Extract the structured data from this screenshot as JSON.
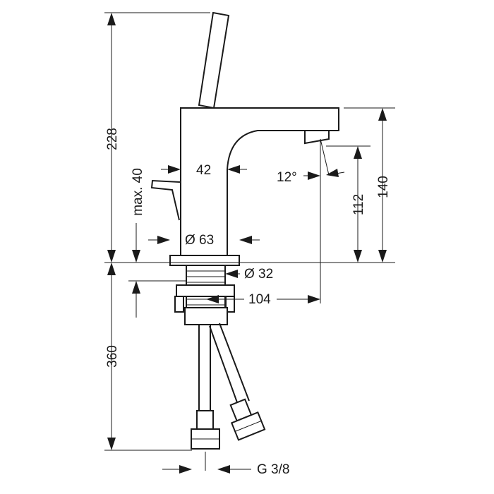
{
  "dimensions": {
    "total_height": "228",
    "clearance": "max. 40",
    "spout_thickness": "42",
    "spout_angle": "12°",
    "outlet_height": "112",
    "spout_height": "140",
    "base_diameter": "Ø 63",
    "hole_diameter": "Ø 32",
    "projection": "104",
    "hose_length": "360",
    "connection": "G 3/8"
  },
  "colors": {
    "line": "#1a1a1a",
    "background": "#ffffff"
  }
}
